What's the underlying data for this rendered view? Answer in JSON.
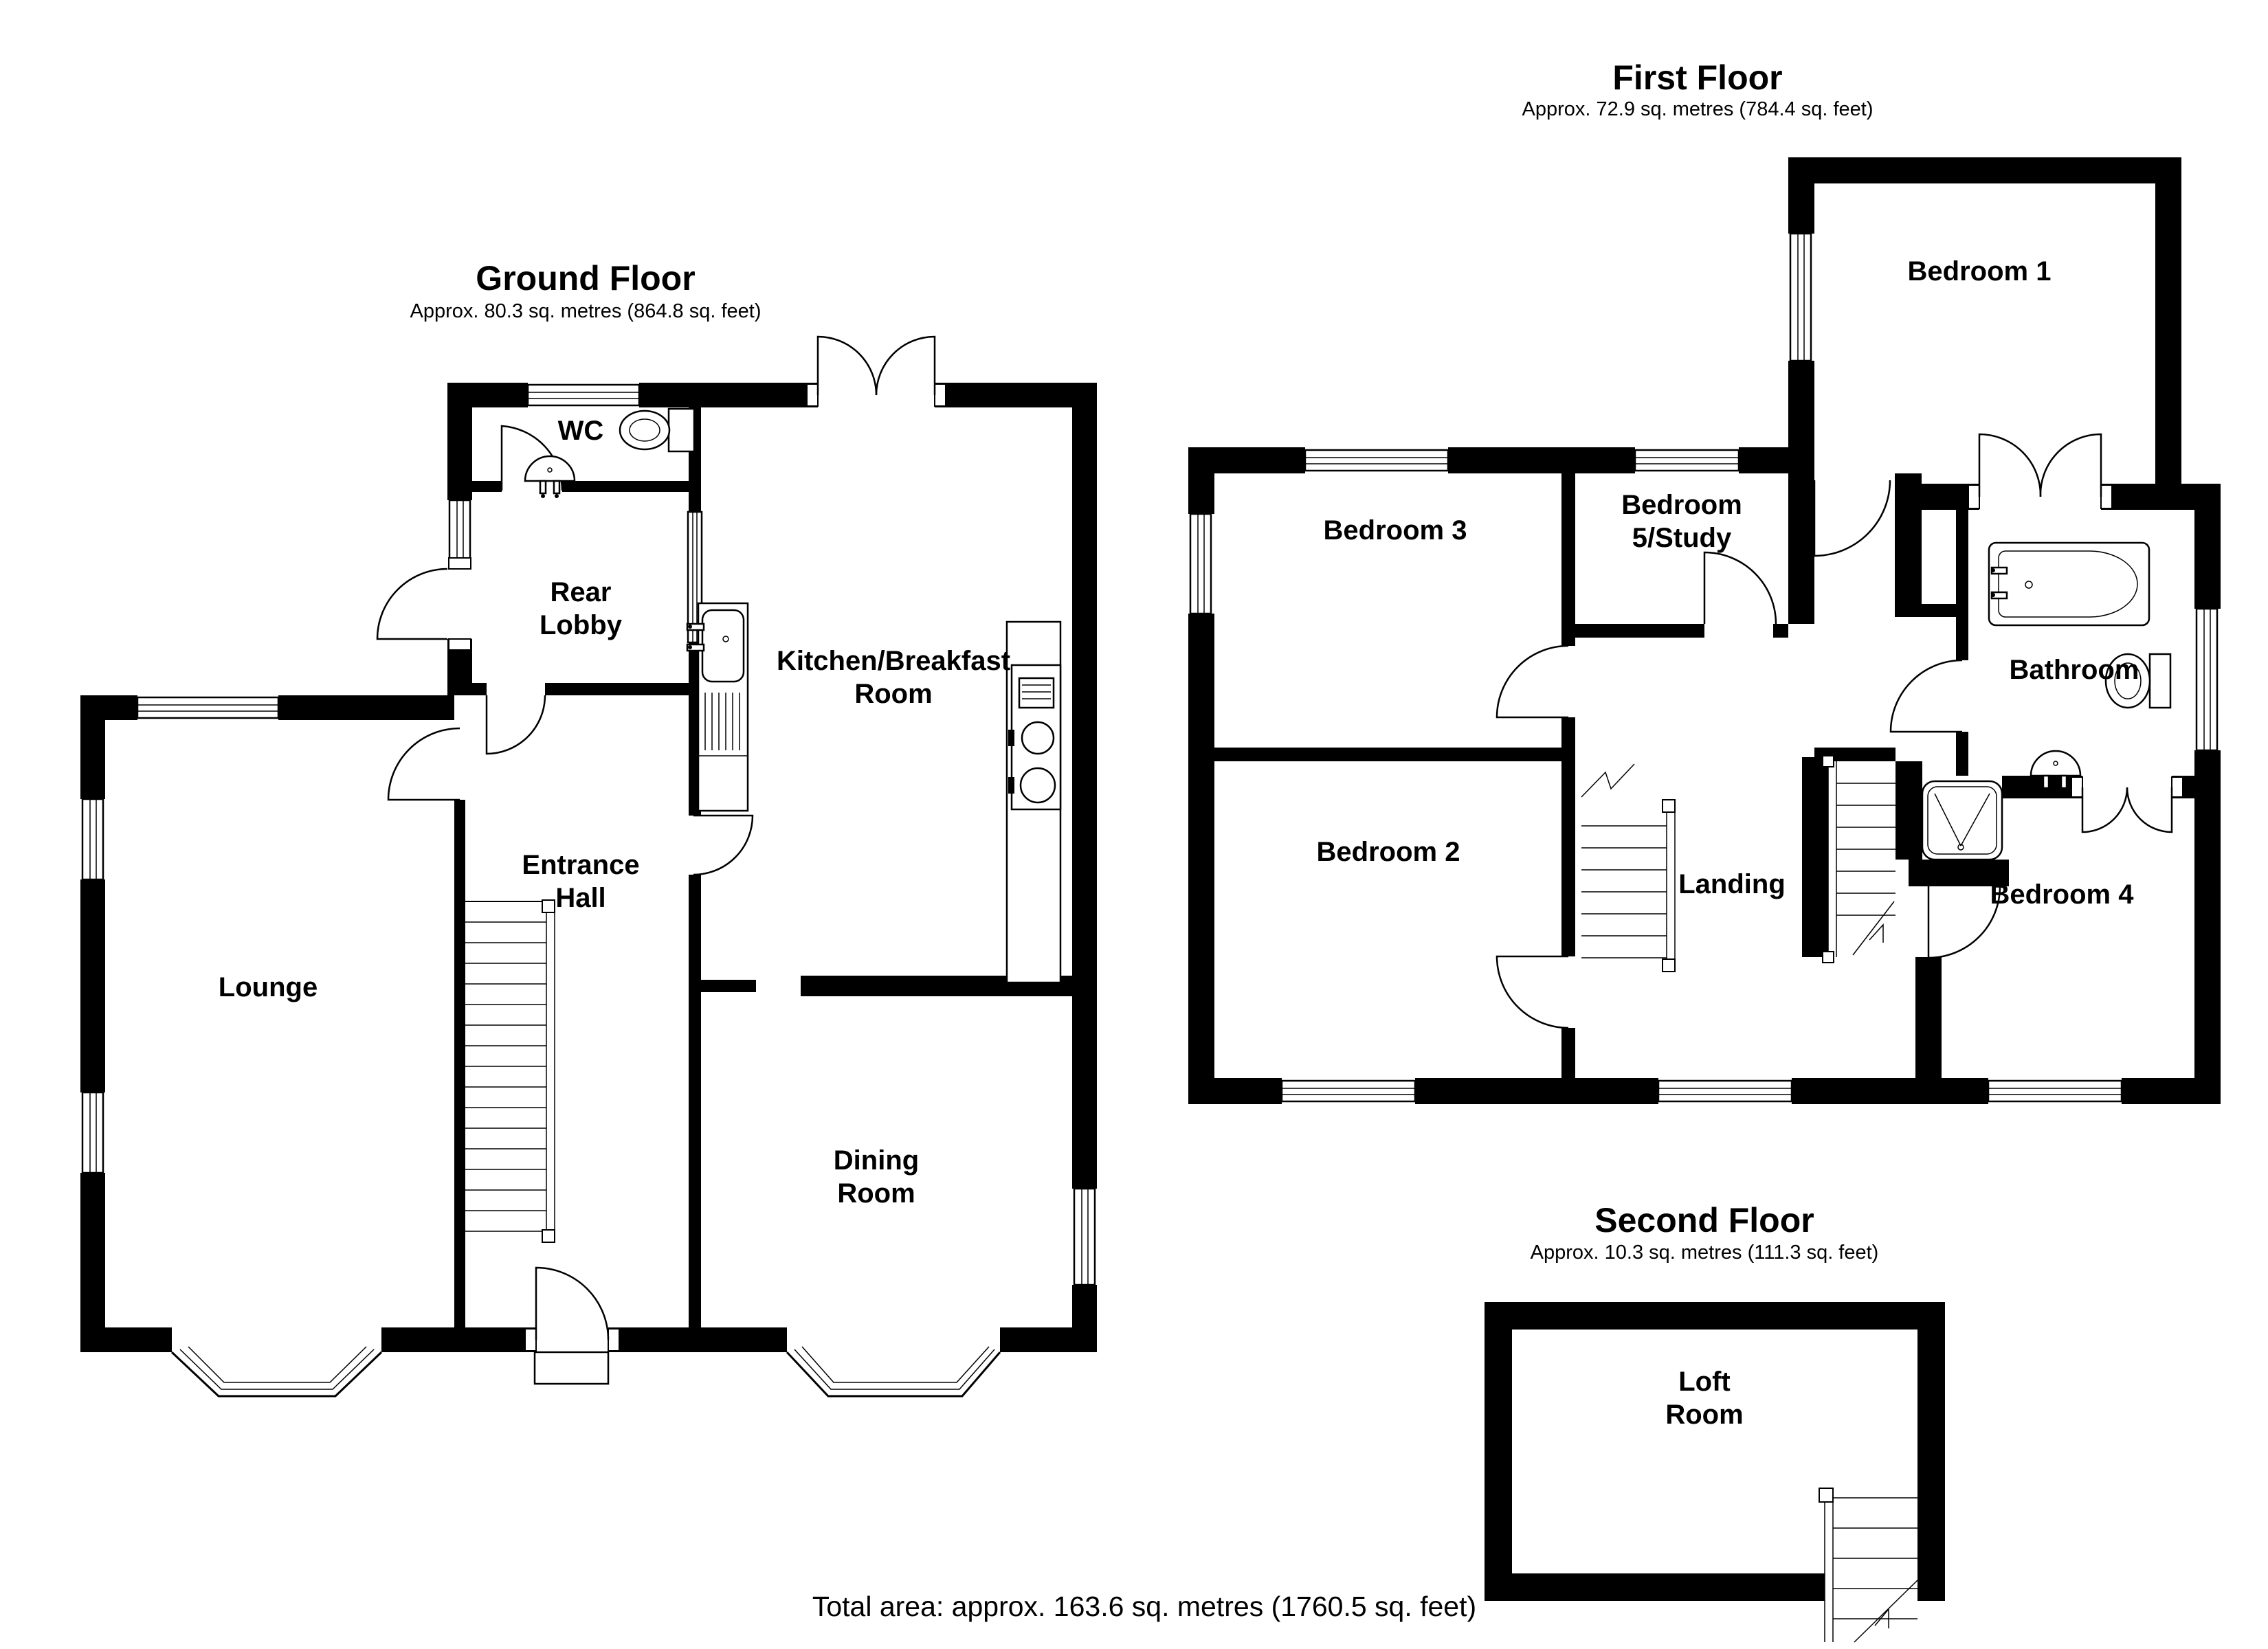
{
  "page": {
    "background": "#ffffff",
    "wall_color": "#000000"
  },
  "floors": {
    "ground": {
      "title": "Ground Floor",
      "subtitle": "Approx. 80.3 sq. metres (864.8 sq. feet)",
      "rooms": {
        "wc": {
          "lines": [
            "WC"
          ]
        },
        "rear_lobby": {
          "lines": [
            "Rear",
            "Lobby"
          ]
        },
        "kitchen": {
          "lines": [
            "Kitchen/Breakfast",
            "Room"
          ]
        },
        "entrance_hall": {
          "lines": [
            "Entrance",
            "Hall"
          ]
        },
        "lounge": {
          "lines": [
            "Lounge"
          ]
        },
        "dining": {
          "lines": [
            "Dining",
            "Room"
          ]
        }
      }
    },
    "first": {
      "title": "First Floor",
      "subtitle": "Approx. 72.9 sq. metres (784.4 sq. feet)",
      "rooms": {
        "bedroom1": {
          "lines": [
            "Bedroom 1"
          ]
        },
        "bedroom3": {
          "lines": [
            "Bedroom 3"
          ]
        },
        "bedroom5": {
          "lines": [
            "Bedroom",
            "5/Study"
          ]
        },
        "bathroom": {
          "lines": [
            "Bathroom"
          ]
        },
        "bedroom2": {
          "lines": [
            "Bedroom 2"
          ]
        },
        "landing": {
          "lines": [
            "Landing"
          ]
        },
        "bedroom4": {
          "lines": [
            "Bedroom 4"
          ]
        }
      }
    },
    "second": {
      "title": "Second Floor",
      "subtitle": "Approx. 10.3 sq. metres (111.3 sq. feet)",
      "rooms": {
        "loft": {
          "lines": [
            "Loft",
            "Room"
          ]
        }
      }
    }
  },
  "footer": {
    "total_area": "Total area: approx. 163.6 sq. metres (1760.5 sq. feet)"
  }
}
